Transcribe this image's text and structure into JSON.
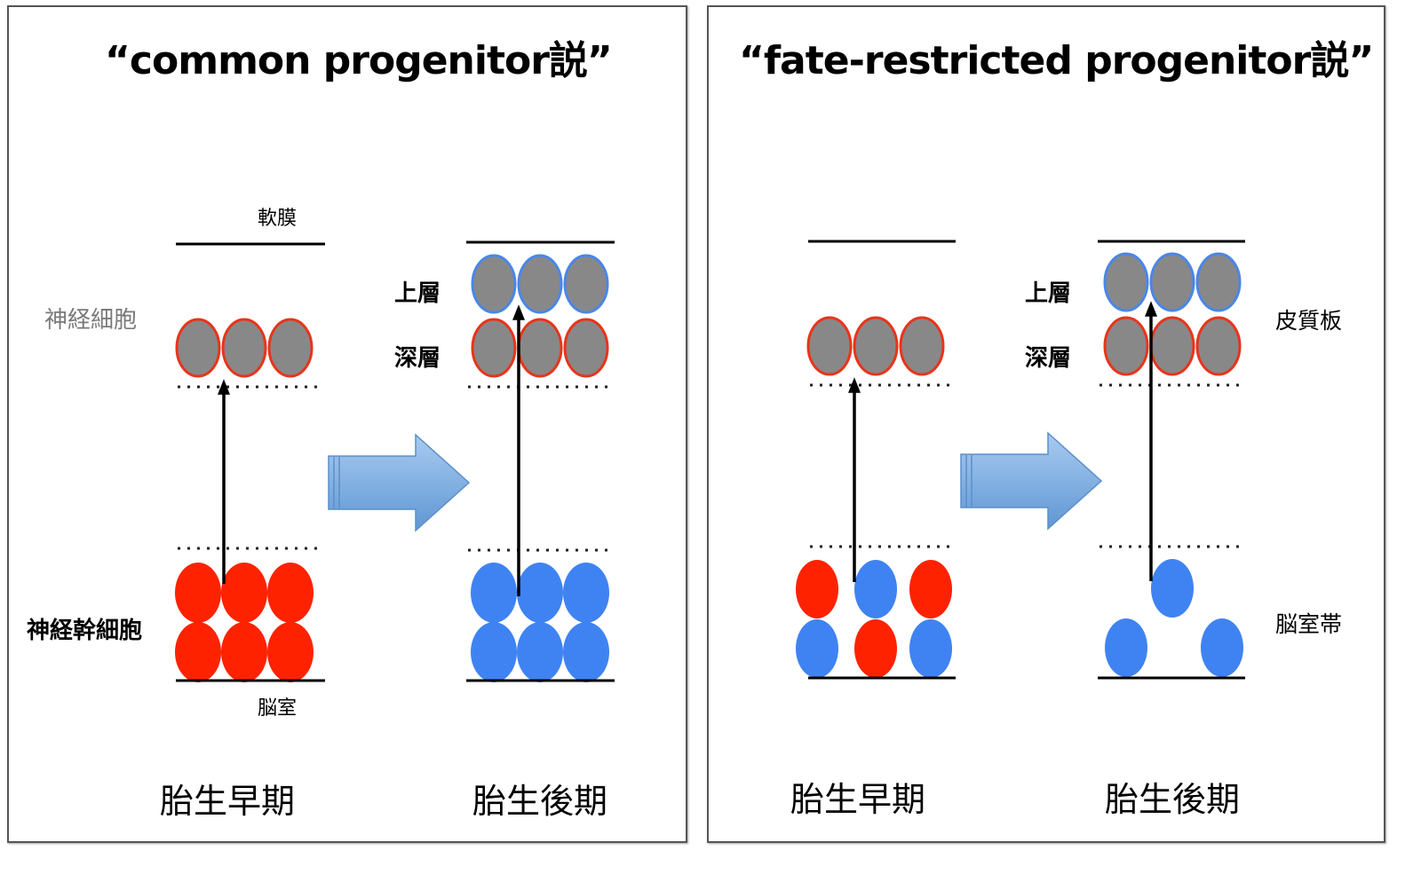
{
  "colors": {
    "stem_red": "#ff2200",
    "stem_blue": "#3f83f2",
    "neuron_fill": "#888888",
    "deep_outline": "#e8341a",
    "upper_outline": "#4a86e8",
    "transition_arrow": "#7fb0e0",
    "line": "#000000"
  },
  "left_panel": {
    "title": "“common progenitor説”",
    "labels": {
      "pia": "軟膜",
      "neuron": "神経細胞",
      "stem_cell": "神経幹細胞",
      "ventricle": "脳室",
      "upper_layer": "上層",
      "deep_layer": "深層"
    },
    "stages": {
      "early": "胎生早期",
      "late": "胎生後期"
    },
    "early_progenitors": [
      "red",
      "red",
      "red",
      "red",
      "red",
      "red"
    ],
    "late_progenitors": [
      "blue",
      "blue",
      "blue",
      "blue",
      "blue",
      "blue"
    ]
  },
  "right_panel": {
    "title": "“fate-restricted progenitor説”",
    "labels": {
      "upper_layer": "上層",
      "deep_layer": "深層",
      "cortical_plate": "皮質板",
      "ventricular_zone": "脳室帯"
    },
    "stages": {
      "early": "胎生早期",
      "late": "胎生後期"
    },
    "early_progenitors": [
      "red",
      "blue",
      "red",
      "blue",
      "red",
      "blue"
    ],
    "late_progenitors": [
      "blue",
      "blue",
      "blue"
    ]
  }
}
